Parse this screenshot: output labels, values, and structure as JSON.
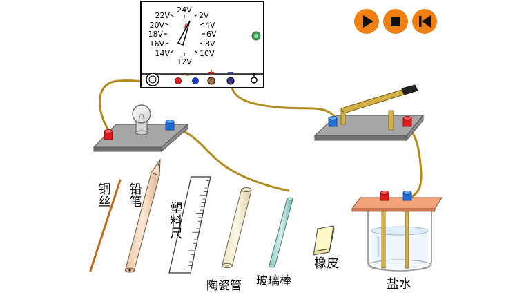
{
  "controls": {
    "play": "play-icon",
    "stop": "stop-icon",
    "rewind": "rewind-icon"
  },
  "power_supply": {
    "dial_labels": [
      "24V",
      "2V",
      "4V",
      "6V",
      "8V",
      "10V",
      "12V",
      "14V",
      "16V",
      "18V",
      "20V",
      "22V"
    ],
    "ac_symbol": "~",
    "plus_symbol": "+",
    "minus_symbol": "−"
  },
  "materials": {
    "copper_wire": "铜丝",
    "pencil": "铅笔",
    "plastic_ruler": "塑料尺",
    "ceramic_tube": "陶瓷管",
    "glass_rod": "玻璃棒",
    "eraser": "橡皮",
    "salt_water": "盐水"
  },
  "colors": {
    "control": "#f07f14",
    "wire": "#b08a1e",
    "board": "#a7a7a7",
    "red_terminal": "#e01a1a",
    "blue_terminal": "#1f6fd6"
  }
}
